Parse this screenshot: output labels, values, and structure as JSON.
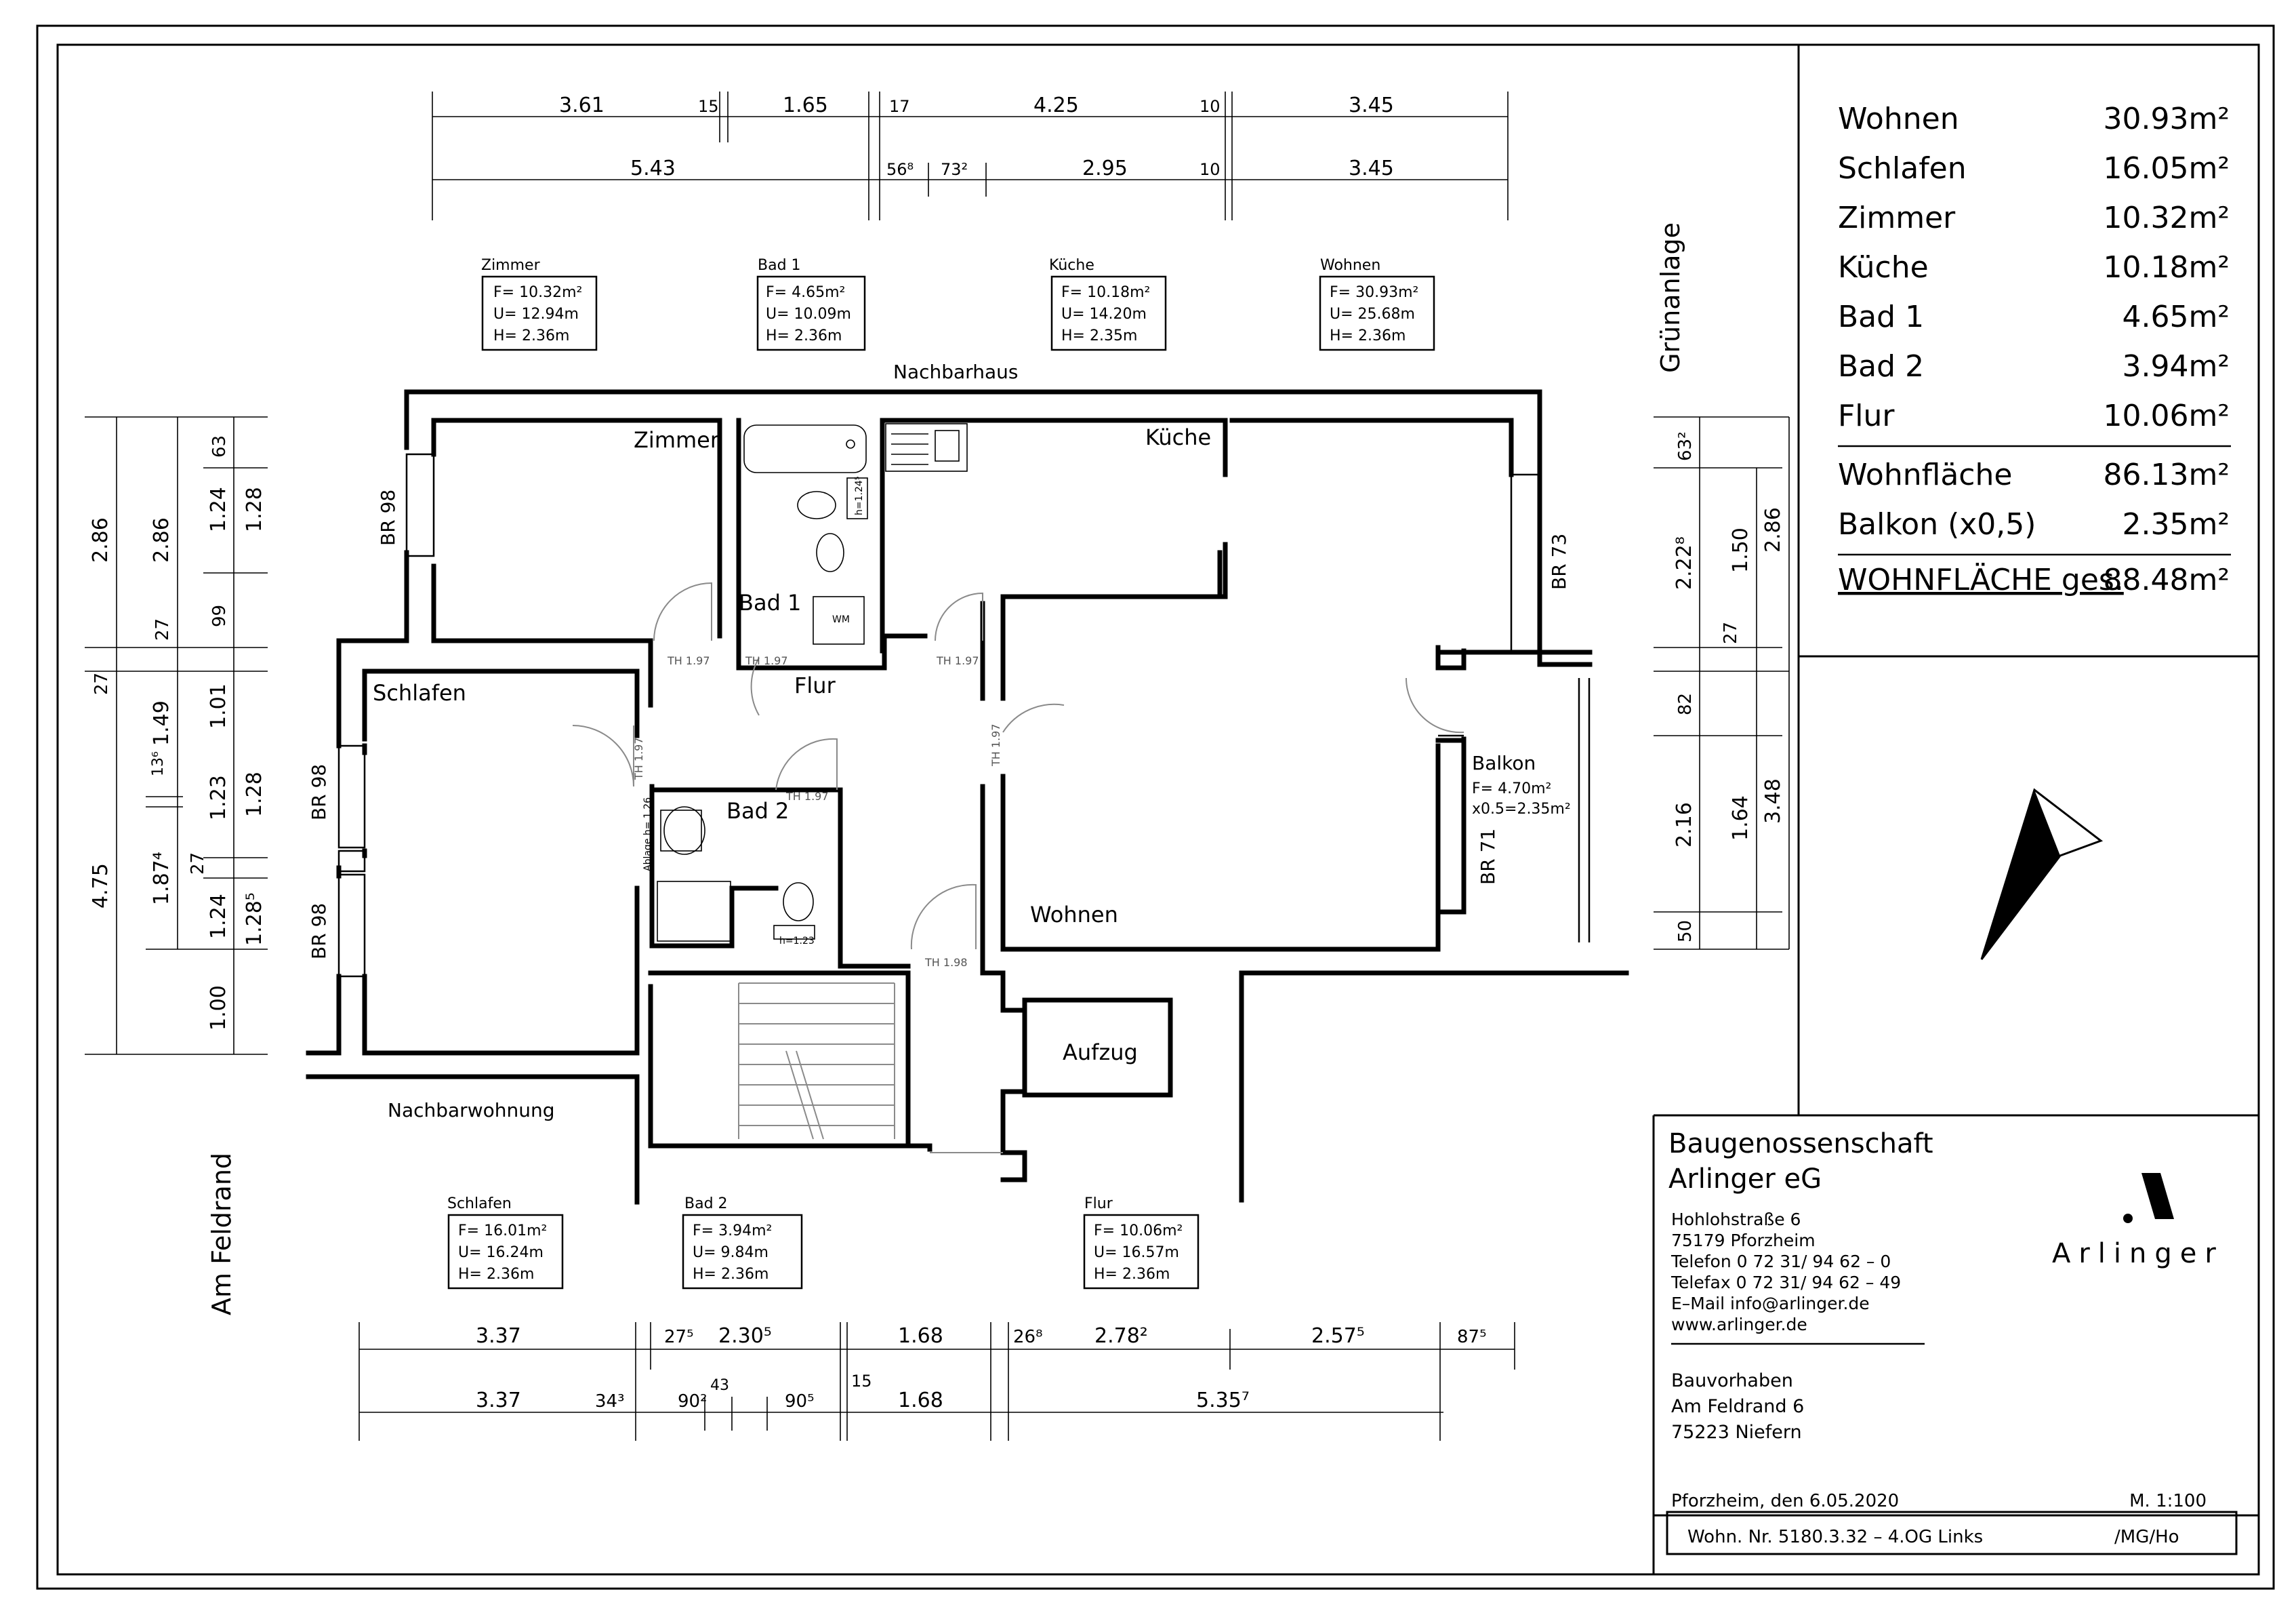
{
  "area_table": [
    {
      "room": "Wohnen",
      "area": "30.93m²"
    },
    {
      "room": "Schlafen",
      "area": "16.05m²"
    },
    {
      "room": "Zimmer",
      "area": "10.32m²"
    },
    {
      "room": "Küche",
      "area": "10.18m²"
    },
    {
      "room": "Bad  1",
      "area": "4.65m²"
    },
    {
      "room": "Bad  2",
      "area": "3.94m²"
    },
    {
      "room": "Flur",
      "area": "10.06m²"
    }
  ],
  "wohnflaeche": {
    "label": "Wohnfläche",
    "value": "86.13m²"
  },
  "balkon": {
    "label": "Balkon  (x0,5)",
    "value": "2.35m²"
  },
  "total": {
    "label": "WOHNFLÄCHE  ges.",
    "value": "88.48m²"
  },
  "company": {
    "name_line1": "Baugenossenschaft",
    "name_line2": "Arlinger  eG",
    "street": "Hohlohstraße  6",
    "city": "75179  Pforzheim",
    "phone": "Telefon  0 72 31/  94  62  –  0",
    "fax": "Telefax  0 72 31/  94  62  –  49",
    "email": "E–Mail      info@arlinger.de",
    "web": "www.arlinger.de",
    "logo_text": "Arlinger"
  },
  "project": {
    "label": "Bauvorhaben",
    "street": "Am  Feldrand  6",
    "city": "75223  Niefern"
  },
  "footer": {
    "place_date": "Pforzheim,   den  6.05.2020",
    "scale": "M.  1:100",
    "wohnung_nr": "Wohn.  Nr.  5180.3.32  –  4.OG  Links",
    "initials": "/MG/Ho"
  },
  "surroundings": {
    "top": "Nachbarhaus",
    "right": "Grünanlage",
    "left": "Am  Feldrand",
    "bottom_left": "Nachbarwohnung"
  },
  "rooms": {
    "zimmer": "Zimmer",
    "kueche": "Küche",
    "bad1": "Bad  1",
    "flur": "Flur",
    "schlafen": "Schlafen",
    "bad2": "Bad  2",
    "wohnen": "Wohnen",
    "aufzug": "Aufzug",
    "balkon": "Balkon",
    "balkon_f": "F=  4.70m²",
    "balkon_x": "x0.5=2.35m²"
  },
  "room_boxes": [
    {
      "title": "Zimmer",
      "f": "F=  10.32m²",
      "u": "U=  12.94m",
      "h": "H=   2.36m"
    },
    {
      "title": "Bad  1",
      "f": "F=    4.65m²",
      "u": "U=  10.09m",
      "h": "H=   2.36m"
    },
    {
      "title": "Küche",
      "f": "F=  10.18m²",
      "u": "U=  14.20m",
      "h": "H=   2.35m"
    },
    {
      "title": "Wohnen",
      "f": "F=  30.93m²",
      "u": "U=  25.68m",
      "h": "H=   2.36m"
    },
    {
      "title": "Schlafen",
      "f": "F=  16.01m²",
      "u": "U=  16.24m",
      "h": "H=   2.36m"
    },
    {
      "title": "Bad  2",
      "f": "F=   3.94m²",
      "u": "U=   9.84m",
      "h": "H=   2.36m"
    },
    {
      "title": "Flur",
      "f": "F=  10.06m²",
      "u": "U=  16.57m",
      "h": "H=   2.36m"
    }
  ],
  "wall_labels": {
    "br98_top": "BR  98",
    "br98_mid": "BR  98",
    "br98_low": "BR  98",
    "br73": "BR  73",
    "br71": "BR  71"
  },
  "door_labels": [
    "TH  1.97",
    "TH  1.97",
    "TH  1.97",
    "TH  1.97",
    "TH  1.97",
    "TH  1.97",
    "TH  1.98"
  ],
  "fixture_labels": {
    "wm": "WM",
    "ablage": "Ablage  h=  1.26",
    "h124": "h=1.24⁵",
    "h123": "h=1.23"
  },
  "dims_top_row1": [
    "3.61",
    "15",
    "1.65",
    "17",
    "4.25",
    "10",
    "3.45"
  ],
  "dims_top_row2": [
    "5.43",
    "56⁸",
    "73²",
    "2.95",
    "10",
    "3.45"
  ],
  "dims_bottom_row1": [
    "3.37",
    "27⁵",
    "2.30⁵",
    "1.68",
    "26⁸",
    "2.78²",
    "2.57⁵",
    "87⁵"
  ],
  "dims_bottom_row2": [
    "3.37",
    "34³",
    "90²",
    "43",
    "90⁵",
    "15",
    "1.68",
    "5.35⁷"
  ],
  "dims_left_outer": [
    "2.86",
    "27",
    "4.75"
  ],
  "dims_left_mid": [
    "2.86",
    "27",
    "13⁶",
    "1.87⁴"
  ],
  "dims_left_inner": [
    "1.24",
    "99",
    "1.01",
    "1.49",
    "1.23",
    "27",
    "1.24",
    "1.00",
    "63"
  ],
  "dims_left_inner2": [
    "1.28",
    "1.28",
    "1.28⁵"
  ],
  "dims_right_col1": [
    "63²",
    "2.22⁸",
    "27",
    "82",
    "2.16",
    "50"
  ],
  "dims_right_col2": [
    "1.50",
    "1.64"
  ],
  "dims_right_col3": [
    "2.86",
    "3.48"
  ]
}
